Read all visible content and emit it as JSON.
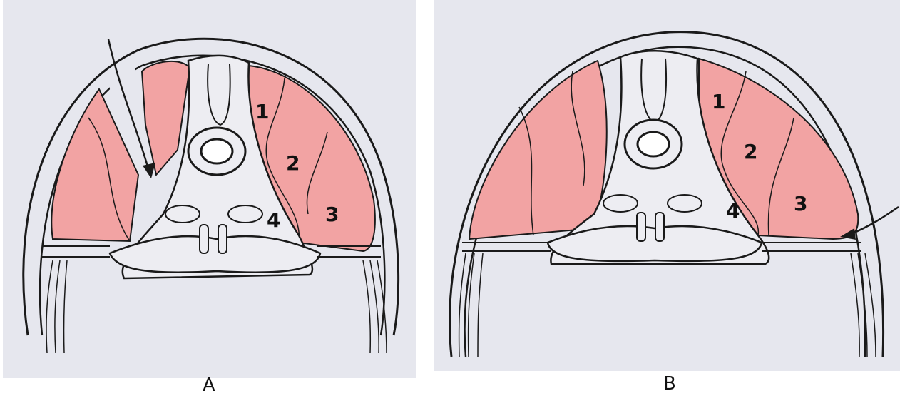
{
  "panels": [
    {
      "caption": "A",
      "labels": {
        "n1": "1",
        "n2": "2",
        "n3": "3",
        "n4": "4"
      }
    },
    {
      "caption": "B",
      "labels": {
        "n1": "1",
        "n2": "2",
        "n3": "3",
        "n4": "4"
      }
    }
  ],
  "colors": {
    "muscle": "#f2a3a3",
    "background": "#e6e7ee",
    "bone": "#ededf2",
    "outline": "#1a1a1a"
  }
}
